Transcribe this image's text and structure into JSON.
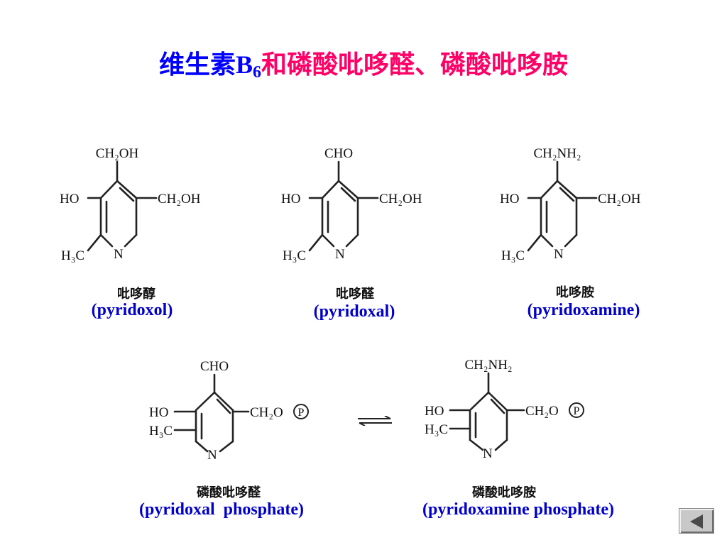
{
  "title": {
    "part1": "维生素",
    "part2": "B",
    "sub": "6",
    "part3": "和磷酸吡哆醛、磷酸吡哆胺"
  },
  "molecules": [
    {
      "top": "CH₂OH",
      "left": "HO",
      "right": "CH₂OH",
      "bottom_left": "H₃C",
      "ring_n": "N",
      "cn": "吡哆醇",
      "en": "(pyridoxol)"
    },
    {
      "top": "CHO",
      "left": "HO",
      "right": "CH₂OH",
      "bottom_left": "H₃C",
      "ring_n": "N",
      "cn": "吡哆醛",
      "en": "(pyridoxal)"
    },
    {
      "top": "CH₂NH₂",
      "left": "HO",
      "right": "CH₂OH",
      "bottom_left": "H₃C",
      "ring_n": "N",
      "cn": "吡哆胺",
      "en": "(pyridoxamine)"
    },
    {
      "top": "CHO",
      "left": "HO",
      "right": "CH₂O",
      "phosphate": "P",
      "bottom_left": "H₃C",
      "ring_n": "N",
      "cn": "磷酸吡哆醛",
      "en": "(pyridoxal  phosphate)"
    },
    {
      "top": "CH₂NH₂",
      "left": "HO",
      "right": "CH₂O",
      "phosphate": "P",
      "bottom_left": "H₃C",
      "ring_n": "N",
      "cn": "磷酸吡哆胺",
      "en": "(pyridoxamine phosphate)"
    }
  ],
  "colors": {
    "title_blue": "#0000ff",
    "title_pink": "#ff0066",
    "label_blue": "#0000cc"
  },
  "nav": {
    "back_icon": "back-arrow-icon"
  }
}
